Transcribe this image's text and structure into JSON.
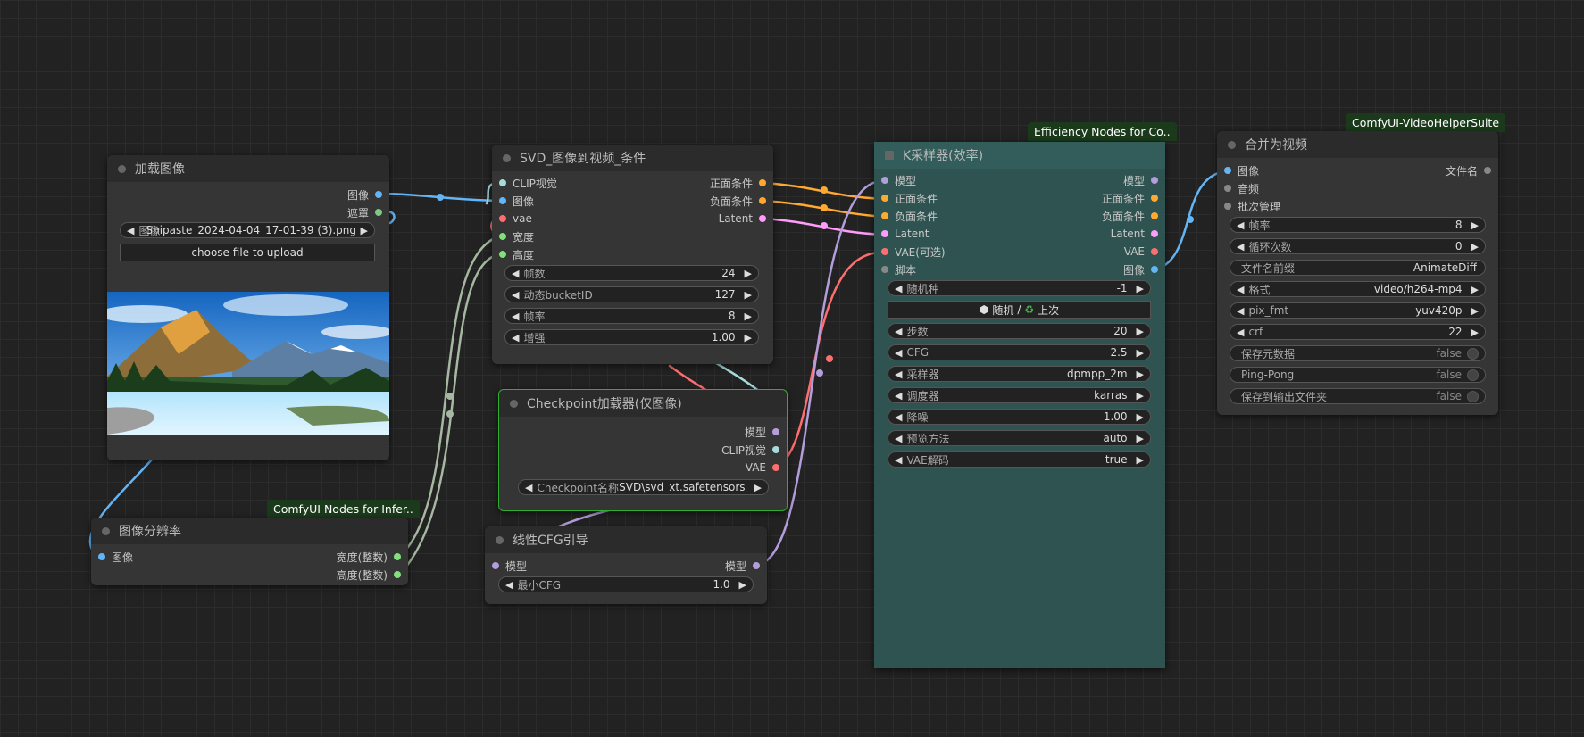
{
  "colors": {
    "canvas_bg": "#222222",
    "node_bg": "#353535",
    "node_title_bg": "#2b2b2b",
    "ksampler_bg": "#2e5350",
    "badge_bg": "#1b3a1b",
    "image_link": "#64b5f6",
    "mask_link": "#81c784",
    "conditioning_link": "#ffa931",
    "latent_link": "#ff9cf9",
    "vae_link": "#ff6e6e",
    "model_link": "#b39ddb",
    "clip_vision_link": "#a8dadc",
    "int_link": "#a6d7a2"
  },
  "load_image": {
    "title": "加载图像",
    "out_image": "图像",
    "out_mask": "遮罩",
    "image_label": "图像",
    "image_value": "Snipaste_2024-04-04_17-01-39 (3).png",
    "upload_button": "choose file to upload"
  },
  "svd": {
    "title": "SVD_图像到视频_条件",
    "in_clip_vision": "CLIP视觉",
    "in_image": "图像",
    "in_vae": "vae",
    "in_width": "宽度",
    "in_height": "高度",
    "out_positive": "正面条件",
    "out_negative": "负面条件",
    "out_latent": "Latent",
    "widgets": [
      {
        "label": "帧数",
        "value": "24"
      },
      {
        "label": "动态bucketID",
        "value": "127"
      },
      {
        "label": "帧率",
        "value": "8"
      },
      {
        "label": "增强",
        "value": "1.00"
      }
    ]
  },
  "checkpoint": {
    "title": "Checkpoint加载器(仅图像)",
    "out_model": "模型",
    "out_clip_vision": "CLIP视觉",
    "out_vae": "VAE",
    "widget_label": "Checkpoint名称",
    "widget_value": "SVD\\svd_xt.safetensors"
  },
  "resolution": {
    "badge": "ComfyUI Nodes for Infer..",
    "title": "图像分辨率",
    "in_image": "图像",
    "out_width": "宽度(整数)",
    "out_height": "高度(整数)"
  },
  "cfg": {
    "title": "线性CFG引导",
    "in_model": "模型",
    "out_model": "模型",
    "widget_label": "最小CFG",
    "widget_value": "1.0"
  },
  "ksampler": {
    "badge": "Efficiency Nodes for Co..",
    "title": "K采样器(效率)",
    "in_model": "模型",
    "in_positive": "正面条件",
    "in_negative": "负面条件",
    "in_latent": "Latent",
    "in_vae": "VAE(可选)",
    "in_script": "脚本",
    "out_model": "模型",
    "out_positive": "正面条件",
    "out_negative": "负面条件",
    "out_latent": "Latent",
    "out_vae": "VAE",
    "out_image": "图像",
    "seed_label": "随机种",
    "seed_value": "-1",
    "seed_button_random": "随机",
    "seed_button_sep": "/",
    "seed_button_last": "上次",
    "widgets": [
      {
        "label": "步数",
        "value": "20"
      },
      {
        "label": "CFG",
        "value": "2.5"
      },
      {
        "label": "采样器",
        "value": "dpmpp_2m"
      },
      {
        "label": "调度器",
        "value": "karras"
      },
      {
        "label": "降噪",
        "value": "1.00"
      },
      {
        "label": "预览方法",
        "value": "auto"
      },
      {
        "label": "VAE解码",
        "value": "true"
      }
    ]
  },
  "video": {
    "badge": "ComfyUI-VideoHelperSuite",
    "title": "合并为视频",
    "in_image": "图像",
    "in_audio": "音频",
    "in_batch": "批次管理",
    "out_filename": "文件名",
    "frame_rate_label": "帧率",
    "frame_rate_value": "8",
    "loop_label": "循环次数",
    "loop_value": "0",
    "prefix_label": "文件名前缀",
    "prefix_value": "AnimateDiff",
    "format_label": "格式",
    "format_value": "video/h264-mp4",
    "pixfmt_label": "pix_fmt",
    "pixfmt_value": "yuv420p",
    "crf_label": "crf",
    "crf_value": "22",
    "save_meta_label": "保存元数据",
    "save_meta_value": "false",
    "pingpong_label": "Ping-Pong",
    "pingpong_value": "false",
    "save_output_label": "保存到输出文件夹",
    "save_output_value": "false"
  }
}
